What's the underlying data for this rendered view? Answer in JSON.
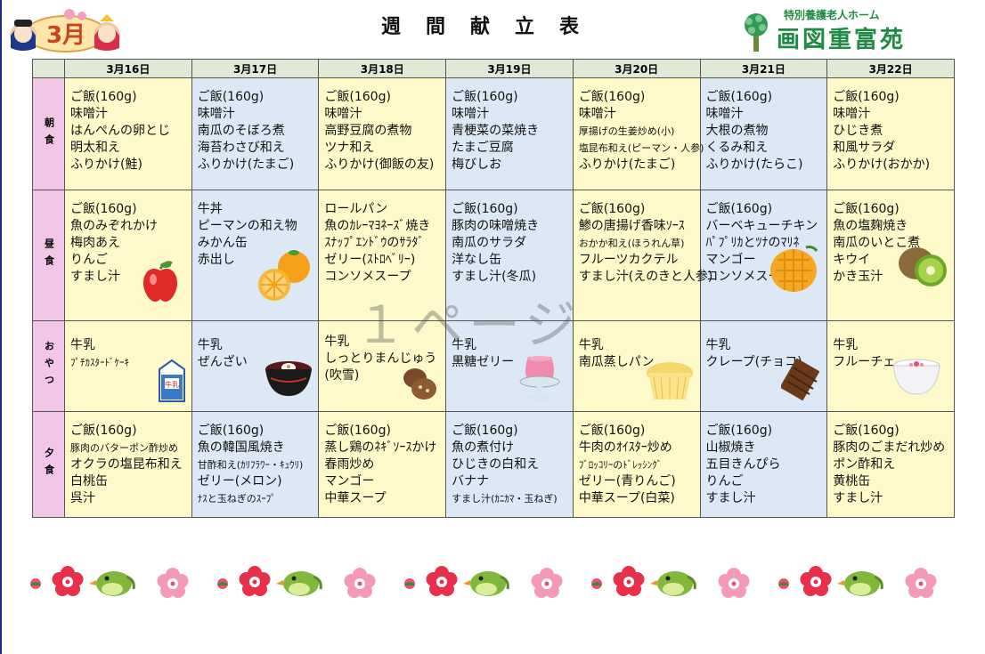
{
  "header": {
    "month": "3月",
    "title": "週間献立表",
    "org_type": "特別養護老人ホーム",
    "org_name": "画図重富苑"
  },
  "dates": [
    "3月16日",
    "3月17日",
    "3月18日",
    "3月19日",
    "3月20日",
    "3月21日",
    "3月22日"
  ],
  "meals": [
    {
      "label": "朝食",
      "cells": [
        {
          "color": "y",
          "items": [
            "ご飯(160g)",
            "味噌汁",
            "はんぺんの卵とじ",
            "明太和え",
            "ふりかけ(鮭)"
          ]
        },
        {
          "color": "b",
          "items": [
            "ご飯(160g)",
            "味噌汁",
            "南瓜のそぼろ煮",
            "海苔わさび和え",
            "ふりかけ(たまご)"
          ]
        },
        {
          "color": "y",
          "items": [
            "ご飯(160g)",
            "味噌汁",
            "高野豆腐の煮物",
            "ツナ和え",
            "ふりかけ(御飯の友)"
          ]
        },
        {
          "color": "b",
          "items": [
            "ご飯(160g)",
            "味噌汁",
            "青梗菜の菜焼き",
            "たまご豆腐",
            "梅びしお"
          ]
        },
        {
          "color": "y",
          "items": [
            "ご飯(160g)",
            "味噌汁",
            "厚揚げの生姜炒め(小)",
            "塩昆布和え(ピーマン・人参)",
            "ふりかけ(たまご)"
          ]
        },
        {
          "color": "b",
          "items": [
            "ご飯(160g)",
            "味噌汁",
            "大根の煮物",
            "くるみ和え",
            "ふりかけ(たらこ)"
          ]
        },
        {
          "color": "y",
          "items": [
            "ご飯(160g)",
            "味噌汁",
            "ひじき煮",
            "和風サラダ",
            "ふりかけ(おかか)"
          ]
        }
      ]
    },
    {
      "label": "昼食",
      "cells": [
        {
          "color": "y",
          "items": [
            "ご飯(160g)",
            "魚のみぞれかけ",
            "梅肉あえ",
            "りんご",
            "すまし汁"
          ]
        },
        {
          "color": "b",
          "items": [
            "牛丼",
            "ピーマンの和え物",
            "みかん缶",
            "赤出し"
          ]
        },
        {
          "color": "y",
          "items": [
            "ロールパン",
            "魚のｶﾚｰﾏﾖﾈｰｽﾞ焼き",
            "ｽﾅｯﾌﾟｴﾝﾄﾞｳのｻﾗﾀﾞ",
            "ゼリー(ｽﾄﾛﾍﾞﾘｰ)",
            "コンソメスープ"
          ]
        },
        {
          "color": "b",
          "items": [
            "ご飯(160g)",
            "豚肉の味噌焼き",
            "南瓜のサラダ",
            "洋なし缶",
            "すまし汁(冬瓜)"
          ]
        },
        {
          "color": "y",
          "items": [
            "ご飯(160g)",
            "鯵の唐揚げ香味ｿｰｽ",
            "おかか和え(ほうれん草)",
            "フルーツカクテル",
            "すまし汁(えのきと人参)"
          ]
        },
        {
          "color": "b",
          "items": [
            "ご飯(160g)",
            "バーベキューチキン",
            "ﾊﾟﾌﾟﾘｶとﾂﾅのﾏﾘﾈ",
            "マンゴー",
            "コンソメスープ"
          ]
        },
        {
          "color": "y",
          "items": [
            "ご飯(160g)",
            "魚の塩麹焼き",
            "南瓜のいとこ煮",
            "キウイ",
            "かき玉汁"
          ]
        }
      ]
    },
    {
      "label": "おやつ",
      "cells": [
        {
          "color": "y",
          "items": [
            "牛乳",
            "ﾌﾟﾁｶｽﾀｰﾄﾞｹｰｷ"
          ]
        },
        {
          "color": "b",
          "items": [
            "牛乳",
            "ぜんざい"
          ]
        },
        {
          "color": "y",
          "items": [
            "牛乳",
            "しっとりまんじゅう",
            "(吹雪)"
          ]
        },
        {
          "color": "b",
          "items": [
            "牛乳",
            "黒糖ゼリー"
          ]
        },
        {
          "color": "y",
          "items": [
            "牛乳",
            "南瓜蒸しパン"
          ]
        },
        {
          "color": "b",
          "items": [
            "牛乳",
            "クレープ(チョコ)"
          ]
        },
        {
          "color": "y",
          "items": [
            "牛乳",
            "フルーチェ"
          ]
        }
      ]
    },
    {
      "label": "夕食",
      "cells": [
        {
          "color": "y",
          "items": [
            "ご飯(160g)",
            "豚肉のバターポン酢炒め",
            "オクラの塩昆布和え",
            "白桃缶",
            "呉汁"
          ]
        },
        {
          "color": "b",
          "items": [
            "ご飯(160g)",
            "魚の韓国風焼き",
            "甘酢和え(ｶﾘﾌﾗﾜｰ・ｷｭｳﾘ)",
            "ゼリー(メロン)",
            "ﾅｽと玉ねぎのｽｰﾌﾟ"
          ]
        },
        {
          "color": "y",
          "items": [
            "ご飯(160g)",
            "蒸し鶏のﾈｷﾞｿｰｽかけ",
            "春雨炒め",
            "マンゴー",
            "中華スープ"
          ]
        },
        {
          "color": "b",
          "items": [
            "ご飯(160g)",
            "魚の煮付け",
            "ひじきの白和え",
            "バナナ",
            "すまし汁(ｶﾆｶﾏ・玉ねぎ)"
          ]
        },
        {
          "color": "y",
          "items": [
            "ご飯(160g)",
            "牛肉のｵｲｽﾀｰ炒め",
            "ﾌﾞﾛｯｺﾘｰのﾄﾞﾚｯｼﾝｸﾞ",
            "ゼリー(青りんご)",
            "中華スープ(白菜)"
          ]
        },
        {
          "color": "b",
          "items": [
            "ご飯(160g)",
            "山椒焼き",
            "五目きんぴら",
            "りんご",
            "すまし汁"
          ]
        },
        {
          "color": "y",
          "items": [
            "ご飯(160g)",
            "豚肉のごまだれ炒め",
            "ポン酢和え",
            "黄桃缶",
            "すまし汁"
          ]
        }
      ]
    }
  ],
  "illustrations": {
    "milk_label": "牛乳"
  },
  "watermark": "１ページ"
}
